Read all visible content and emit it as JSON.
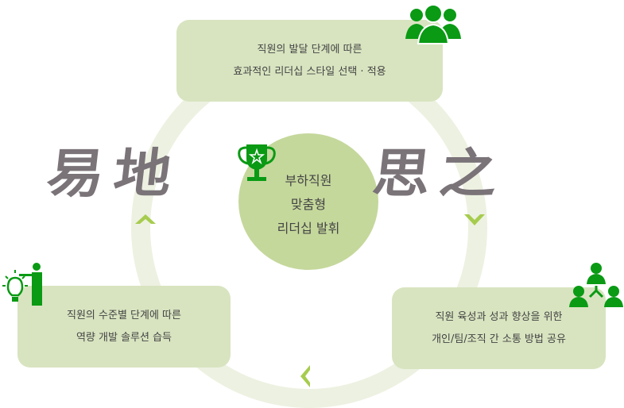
{
  "calligraphy": {
    "left": "易地",
    "right": "思之"
  },
  "center": {
    "lines": [
      "부하직원",
      "맞춤형",
      "리더십 발휘"
    ]
  },
  "boxes": {
    "top": {
      "lines": [
        "직원의 발달 단계에 따른",
        "효과적인 리더십 스타일 선택 · 적용"
      ]
    },
    "left": {
      "lines": [
        "직원의 수준별 단계에 따른",
        "역량 개발 솔루션 습득"
      ]
    },
    "right": {
      "lines": [
        "직원 육성과 성과 향상을 위한",
        "개인/팀/조직 간 소통 방법 공유"
      ]
    }
  },
  "colors": {
    "icon": "#0a9a14",
    "arrow": "#a6cc4e",
    "box": "#d8e4c0",
    "ring": "#edf1e1",
    "center": "#c5d89c"
  }
}
